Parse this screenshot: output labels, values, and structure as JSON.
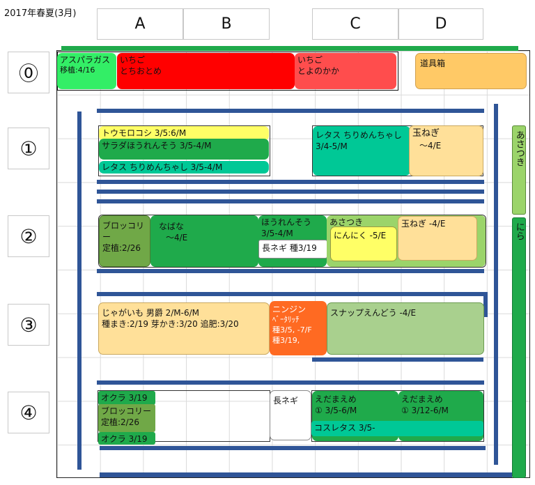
{
  "title": "2017年春夏(3月)",
  "columns": [
    "A",
    "B",
    "C",
    "D"
  ],
  "rows": [
    "⓪",
    "①",
    "②",
    "③",
    "④"
  ],
  "beds": {
    "asparagus": {
      "name": "アスパラガス",
      "note": "移植:4/16"
    },
    "ichigo1": {
      "name": "いちご",
      "variety": "とちおとめ"
    },
    "ichigo2": {
      "name": "いちご",
      "variety": "とよのかか"
    },
    "dougubako": {
      "name": "道具箱"
    },
    "tomorokoshi": {
      "text": "トウモロコシ  3/5:6/M"
    },
    "saradaspin": {
      "text": "サラダほうれんそう  3/5-4/M"
    },
    "lettuce1": {
      "text": "レタス  ちりめんちゃし  3/5-4/M"
    },
    "lettuce2": {
      "name": "レタス  ちりめんちゃし",
      "note": "3/4-5/M"
    },
    "tamanegi1": {
      "name": "玉ねぎ",
      "note": "～4/E"
    },
    "asatsuki_v": {
      "text": "あさつき"
    },
    "nira_v": {
      "text": "にら"
    },
    "broccoli1": {
      "name": "ブロッコリー",
      "note": "定植:2/26"
    },
    "nabana": {
      "name": "なばな",
      "note": "～4/E"
    },
    "horenso": {
      "name": "ほうれんそう",
      "note": "3/5-4/M"
    },
    "naganegi1": {
      "text": "長ネギ  種3/19"
    },
    "asatsuki2": {
      "text": "あさつき"
    },
    "ninniku": {
      "text": "にんにく  -5/E"
    },
    "tamanegi2": {
      "text": "玉ねぎ  -4/E"
    },
    "jagaimo": {
      "line1": "じゃがいも  男爵 2/M-6/M",
      "line2": "種まき:2/19  芽かき:3/20  追肥:3/20"
    },
    "ninjin": {
      "name": "ニンジン",
      "variety": "ﾍﾞｰﾀﾘｯﾁ",
      "note1": "種3/5, -7/F",
      "note2": "種3/19,"
    },
    "snap": {
      "text": "スナップえんどう  -4/E"
    },
    "okura1": {
      "text": "オクラ 3/19"
    },
    "broccoli2": {
      "name": "ブロッコリー",
      "note": "定植:2/26"
    },
    "okura2": {
      "text": "オクラ 3/19"
    },
    "naganegi2": {
      "text": "長ネギ"
    },
    "edamame1": {
      "name": "えだまえめ",
      "note": "① 3/5-6/M"
    },
    "edamame2": {
      "name": "えだまえめ",
      "note": "① 3/12-6/M"
    },
    "kos": {
      "text": "コスレタス  3/5-"
    }
  },
  "colors": {
    "path": "#2f5597",
    "green": "#1faa4b",
    "red": "#ff0000",
    "redlight": "#ff4d4d",
    "orange": "#ffc966",
    "yellow": "#ffff66",
    "teal": "#00c896",
    "tan": "#ffe099",
    "lightgreen": "#9bd46a",
    "olive": "#70a847",
    "brightgreen": "#00c000",
    "coral": "#ff6a22",
    "sage": "#a9d08e"
  }
}
